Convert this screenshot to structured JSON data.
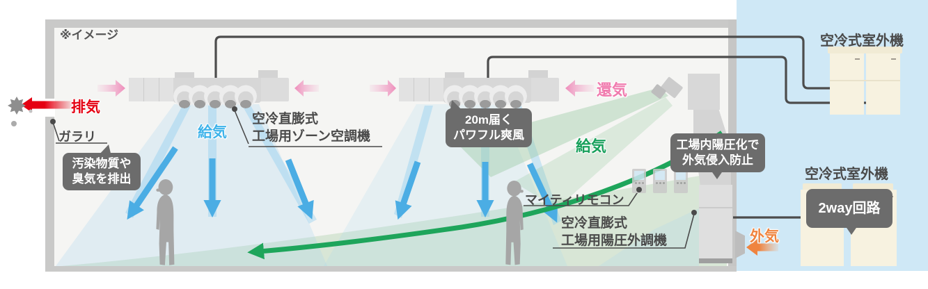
{
  "note": "※イメージ",
  "flow_labels": {
    "exhaust": "排気",
    "louver": "ガラリ",
    "supply_air_left": "給気",
    "return_air": "還気",
    "supply_air_right": "給気",
    "outside_air": "外気"
  },
  "callouts": {
    "pollutant": {
      "line1": "汚染物質や",
      "line2": "臭気を排出"
    },
    "powerful_breeze": {
      "line1": "20m届く",
      "line2": "パワフル爽風"
    },
    "pressurization": {
      "line1": "工場内陽圧化で",
      "line2": "外気侵入防止"
    },
    "two_way_circuit": "2way回路"
  },
  "equipment": {
    "zone_ac": {
      "line1": "空冷直膨式",
      "line2": "工場用ゾーン空調機"
    },
    "mighty_remote": "マイティリモコン",
    "pressurizer": {
      "line1": "空冷直膨式",
      "line2": "工場用陽圧外調機"
    },
    "outdoor_unit_top": "空冷式室外機",
    "outdoor_unit_bottom": "空冷式室外機"
  },
  "colors": {
    "exhaust_red": "#e50012",
    "supply_blue": "#4bade4",
    "return_pink": "#ee8cba",
    "supply_green": "#1ea55b",
    "outside_orange": "#ef8440",
    "callout_gray": "#6c6c6c",
    "outdoor_sky": "#cfe8f6"
  }
}
